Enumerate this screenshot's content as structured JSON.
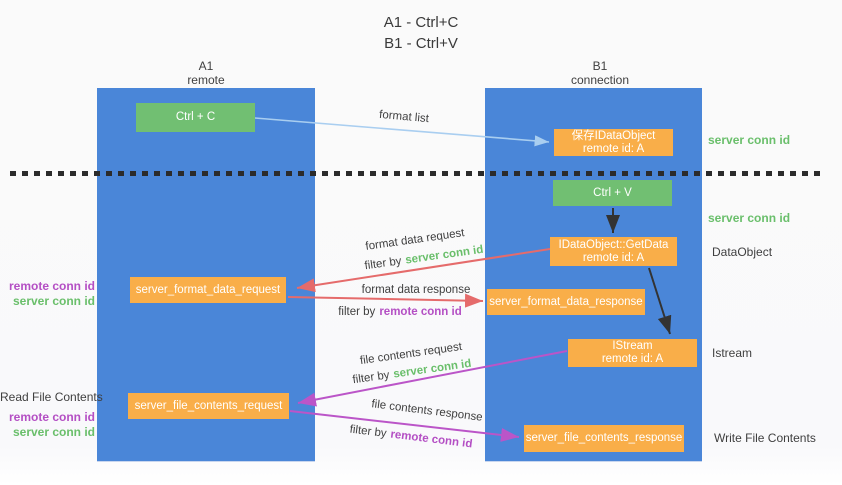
{
  "title": {
    "line1": "A1 - Ctrl+C",
    "line2": "B1 - Ctrl+V"
  },
  "columns": {
    "left": {
      "name": "A1",
      "role": "remote"
    },
    "right": {
      "name": "B1",
      "role": "connection"
    }
  },
  "nodes": {
    "ctrl_c": {
      "label": "Ctrl + C"
    },
    "ctrl_v": {
      "label": "Ctrl + V"
    },
    "save_dataobject": {
      "line1": "保存IDataObject",
      "line2": "remote id: A"
    },
    "getdata": {
      "line1": "IDataObject::GetData",
      "line2": "remote id: A"
    },
    "istream": {
      "line1": "IStream",
      "line2": "remote id: A"
    },
    "format_request": {
      "label": "server_format_data_request"
    },
    "format_response": {
      "label": "server_format_data_response"
    },
    "file_request": {
      "label": "server_file_contents_request"
    },
    "file_response": {
      "label": "server_file_contents_response"
    }
  },
  "arrow_labels": {
    "format_list": "format list",
    "format_data_request": "format data request",
    "format_data_response": "format data response",
    "file_contents_request": "file contents request",
    "file_contents_response": "file contents response",
    "filter_by": "filter by",
    "server_conn_id": "server conn id",
    "remote_conn_id": "remote conn id"
  },
  "side_labels": {
    "right_server_conn_id_top": "server conn id",
    "right_server_conn_id_mid": "server conn id",
    "data_object": "DataObject",
    "istream": "Istream",
    "write_file_contents": "Write File Contents",
    "left_remote_conn_id_mid": "remote conn id",
    "left_server_conn_id_mid": "server conn id",
    "read_file_contents": "Read File Contents",
    "left_remote_conn_id_bottom": "remote conn id",
    "left_server_conn_id_bottom": "server conn id"
  },
  "colors": {
    "lifeline_blue": "#4a86d8",
    "action_green": "#71bf72",
    "node_orange": "#f9ae49",
    "green_text": "#6abf6b",
    "magenta_text": "#b44fc4",
    "red_arrow": "#e56b6b",
    "blue_arrow": "#a9cef0",
    "black_arrow": "#333333",
    "background": "#fafafa"
  }
}
